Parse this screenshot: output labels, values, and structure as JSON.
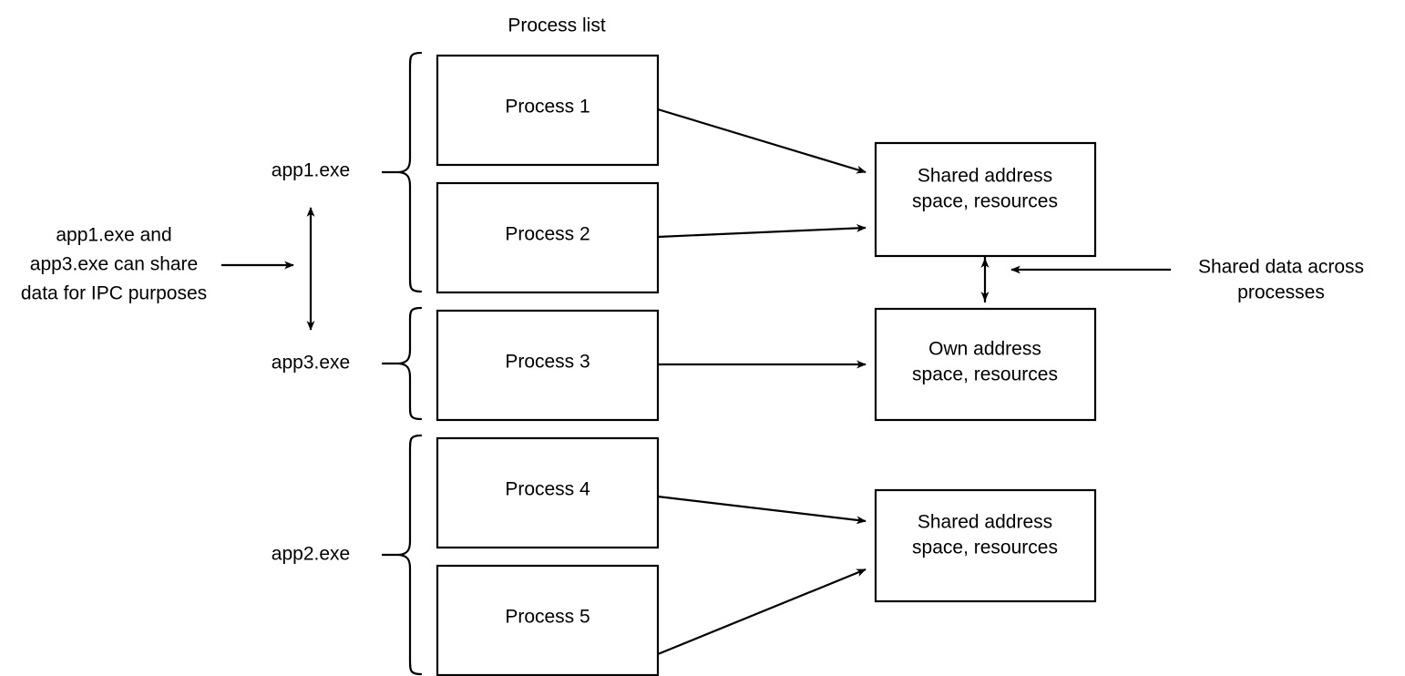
{
  "diagram": {
    "title": "Process list",
    "background_color": "#ffffff",
    "line_color": "#000000",
    "text_color": "#000000"
  },
  "process_list": {
    "header": "Process list",
    "processes": [
      {
        "label": "Process 1"
      },
      {
        "label": "Process 2"
      },
      {
        "label": "Process 3"
      },
      {
        "label": "Process 4"
      },
      {
        "label": "Process 5"
      }
    ]
  },
  "app_groups": [
    {
      "label": "app1.exe",
      "processes": [
        "Process 1",
        "Process 2"
      ]
    },
    {
      "label": "app3.exe",
      "processes": [
        "Process 3"
      ]
    },
    {
      "label": "app2.exe",
      "processes": [
        "Process 4",
        "Process 5"
      ]
    }
  ],
  "memory_boxes": [
    {
      "line1": "Shared address",
      "line2": "space, resources"
    },
    {
      "line1": "Own address",
      "line2": "space, resources"
    },
    {
      "line1": "Shared address",
      "line2": "space, resources"
    }
  ],
  "annotations": {
    "ipc_note": {
      "line1": "app1.exe and",
      "line2": "app3.exe can share",
      "line3": "data for IPC purposes"
    },
    "shared_data_note": {
      "line1": "Shared data across",
      "line2": "processes"
    }
  }
}
